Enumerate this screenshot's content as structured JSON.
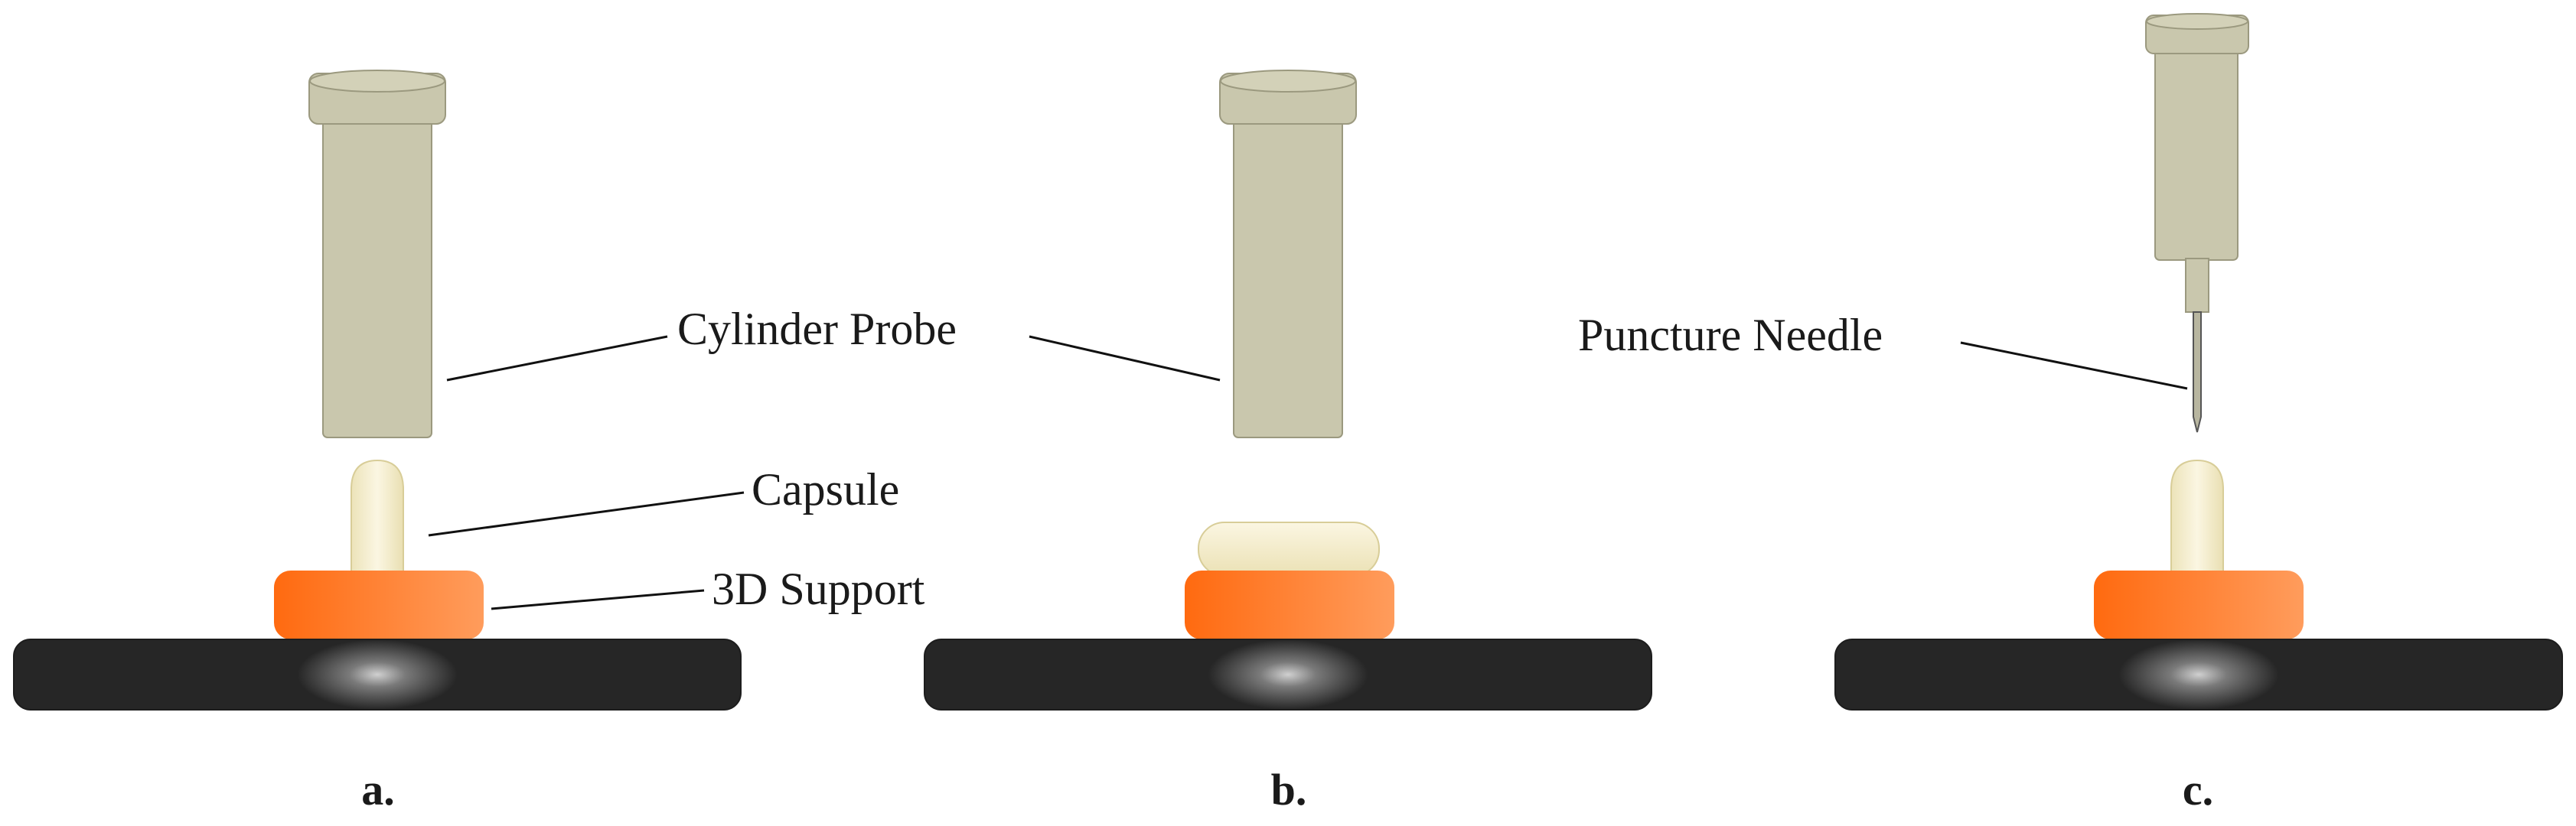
{
  "labels": {
    "cylinder_probe": "Cylinder Probe",
    "capsule": "Capsule",
    "support_3d": "3D Support",
    "puncture_needle": "Puncture Needle"
  },
  "panels": {
    "a": "a.",
    "b": "b.",
    "c": "c."
  },
  "colors": {
    "probe": "#c9c7ad",
    "probe_stroke": "#9b997f",
    "capsule_light": "#fbf5dd",
    "capsule_shade": "#e6dcad",
    "support_dark": "#ff6a10",
    "support_light": "#ff9a5a",
    "platform": "#2b2b2b",
    "platform_glow": "#9a9a9a"
  }
}
